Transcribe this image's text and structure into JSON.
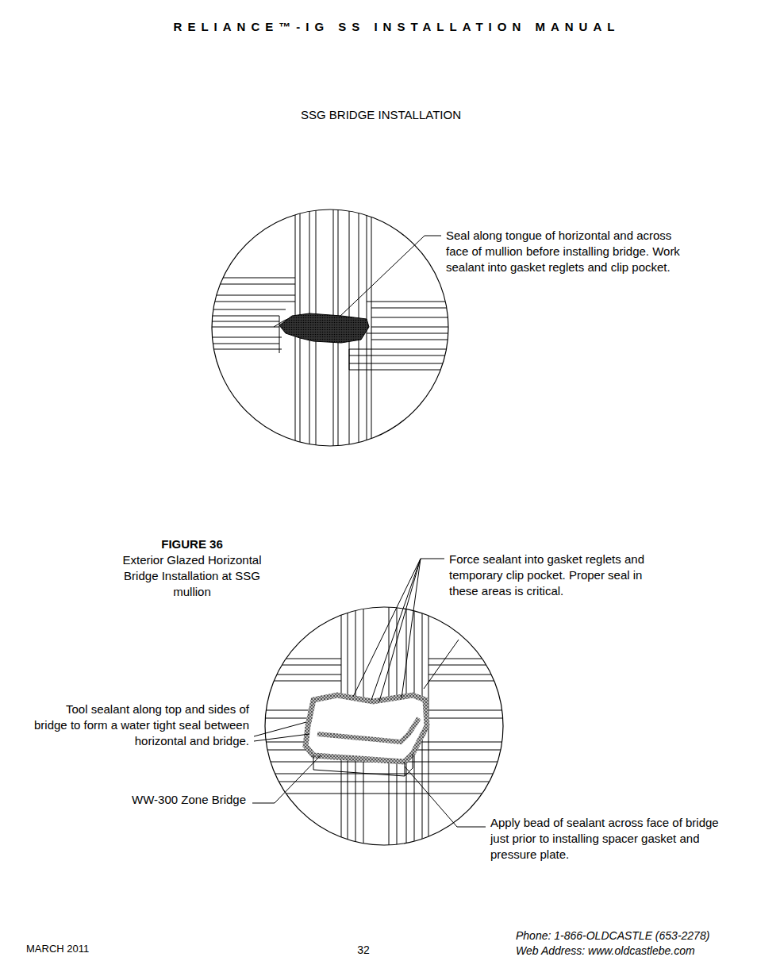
{
  "diagram": {
    "title": "SSG BRIDGE INSTALLATION",
    "caption": "Exterior Glazed Horizontal Bridge Installation at SSG mullion",
    "labels": [
      "RELIANCE™-IG SS INSTALLATION MANUAL",
      "Seal along tongue of horizontal and across face of mullion before installing bridge. Work sealant into gasket reglets and clip pocket.",
      "FIGURE 36",
      "Force sealant into gasket reglets and temporary clip pocket. Proper seal in these areas is critical.",
      "Tool sealant along top and sides of bridge to form a water tight seal between horizontal and bridge.",
      "WW-300 Zone Bridge",
      "Apply bead of sealant across face of bridge just prior to installing spacer gasket and pressure plate.",
      "MARCH 2011",
      "32",
      "Phone: 1-866-OLDCASTLE (653-2278)",
      "Web Address: www.oldcastlebe.com"
    ]
  }
}
